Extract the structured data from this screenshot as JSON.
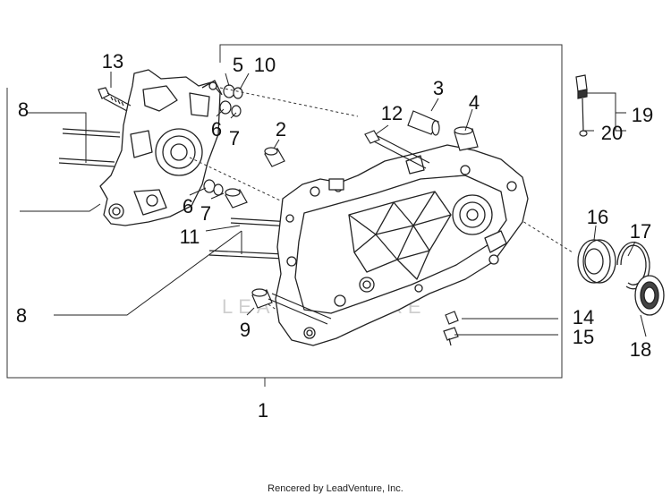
{
  "callouts": {
    "c1": "1",
    "c2": "2",
    "c3": "3",
    "c4": "4",
    "c5": "5",
    "c6a": "6",
    "c6b": "6",
    "c7a": "7",
    "c7b": "7",
    "c8a": "8",
    "c8b": "8",
    "c9": "9",
    "c10": "10",
    "c11": "11",
    "c12": "12",
    "c13": "13",
    "c14": "14",
    "c15": "15",
    "c16": "16",
    "c17": "17",
    "c18": "18",
    "c19": "19",
    "c20": "20"
  },
  "watermark": "LEADVENTURE",
  "footer": "Rencered by LeadVenture, Inc."
}
